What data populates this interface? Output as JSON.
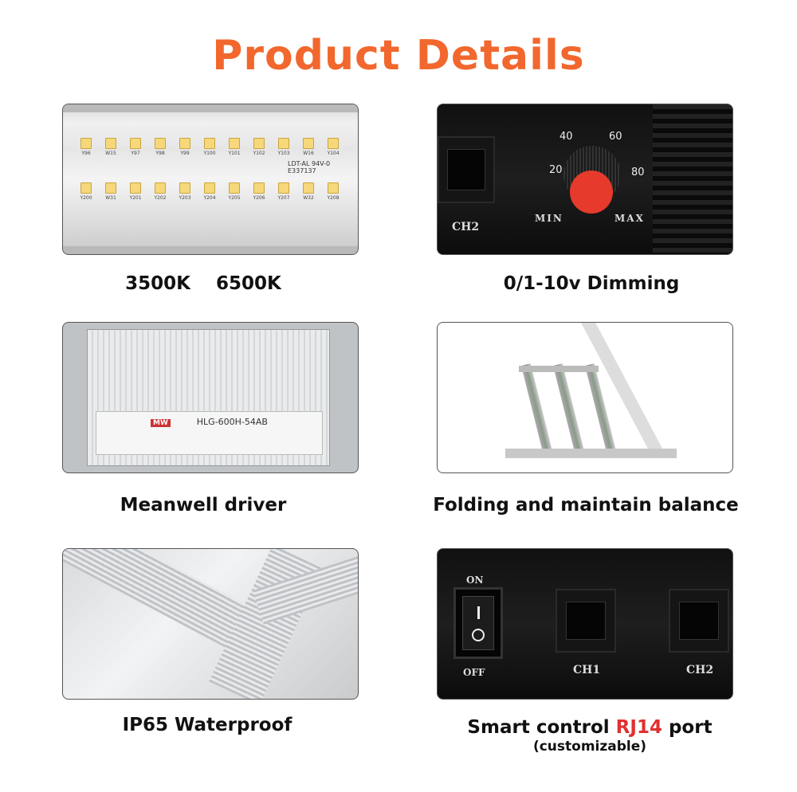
{
  "title": "Product Details",
  "panels": {
    "spectrum": {
      "caption": "3500K    6500K",
      "top_leds": [
        "Y96",
        "W15",
        "Y97",
        "Y98",
        "Y99",
        "Y100",
        "Y101",
        "Y102",
        "Y103",
        "W16",
        "Y104"
      ],
      "bottom_leds": [
        "Y200",
        "W31",
        "Y201",
        "Y202",
        "Y203",
        "Y204",
        "Y205",
        "Y206",
        "Y207",
        "W32",
        "Y208"
      ],
      "marking1": "LDT-AL 94V-0",
      "marking2": "E337137"
    },
    "dimming": {
      "caption": "0/1-10v Dimming",
      "port": "CH2",
      "min": "MIN",
      "max": "MAX",
      "scale": [
        "20",
        "40",
        "60",
        "80"
      ],
      "knob_color": "#e53a2c"
    },
    "driver": {
      "caption": "Meanwell driver",
      "model": "HLG-600H-54AB",
      "brand": "MW"
    },
    "folding": {
      "caption": "Folding and maintain balance"
    },
    "waterproof": {
      "caption": "IP65 Waterproof"
    },
    "control": {
      "caption_pre": "Smart control ",
      "caption_highlight": "RJ14",
      "caption_post": " port",
      "caption_sub": "(customizable)",
      "on": "ON",
      "off": "OFF",
      "ch1": "CH1",
      "ch2": "CH2",
      "highlight_color": "#e03030"
    }
  },
  "colors": {
    "title": "#f2672d"
  }
}
